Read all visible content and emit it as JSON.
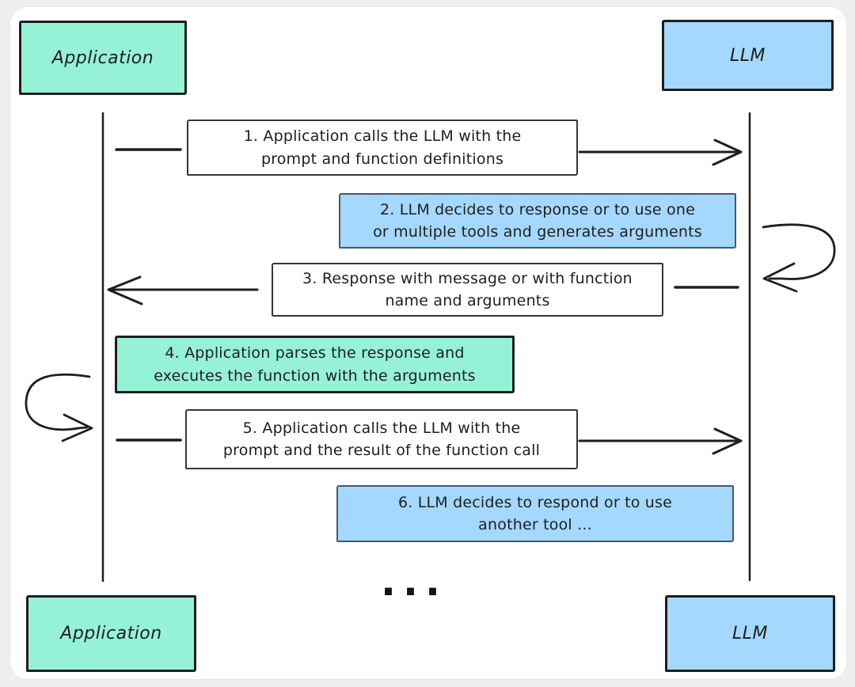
{
  "colors": {
    "page_background": "#efefef",
    "card_background": "#ffffff",
    "application_fill": "#96f2d7",
    "llm_fill": "#a5d8ff",
    "message_fill": "#ffffff",
    "ink": "#1e1e1e"
  },
  "actors": {
    "top_left": "Application",
    "top_right": "LLM",
    "bottom_left": "Application",
    "bottom_right": "LLM"
  },
  "messages": [
    {
      "line1": "1. Application calls the LLM with the",
      "line2": "prompt and function definitions",
      "fill": "#ffffff"
    },
    {
      "line1": "2. LLM decides to response or to use one",
      "line2": "or multiple tools and generates arguments",
      "fill": "#a5d8ff"
    },
    {
      "line1": "3. Response with message or with function",
      "line2": "name and arguments",
      "fill": "#ffffff"
    },
    {
      "line1": "4. Application parses the response and",
      "line2": "executes the function with the arguments",
      "fill": "#96f2d7"
    },
    {
      "line1": "5. Application calls the LLM with the",
      "line2": "prompt and the result of the function call",
      "fill": "#ffffff"
    },
    {
      "line1": "6. LLM decides to respond or to use",
      "line2": "another tool ...",
      "fill": "#a5d8ff"
    }
  ],
  "ellipsis": "..."
}
